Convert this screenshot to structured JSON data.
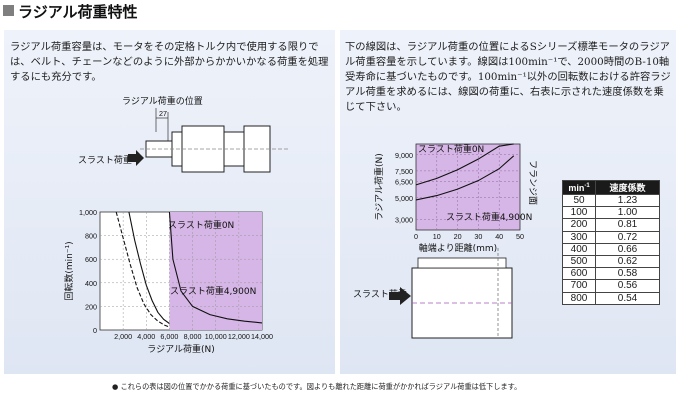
{
  "header": {
    "title": "ラジアル荷重特性"
  },
  "left_text": "ラジアル荷重容量は、モータをその定格トルク内で使用する限りでは、ベルト、チェーンなどのように外部からかかいかなる荷重を処理するにも充分です。",
  "right_text": "下の線図は、ラジアル荷重の位置によるSシリーズ標準モータのラジアル荷重容量を示しています。線図は100min⁻¹で、2000時間のB-10軸受寿命に基づいたものです。100min⁻¹以外の回転数における許容ラジアル荷重を求めるには、線図の荷重に、右表に示された速度係数を乗じて下さい。",
  "left_diagram": {
    "position_label": "ラジアル荷重の位置",
    "distance": "27",
    "thrust_label": "スラスト荷重"
  },
  "right_diagram": {
    "thrust_label": "スラスト荷重",
    "flange_label": "フランジ面"
  },
  "footnote": "● これらの表は図の位置でかかる荷重に基づいたものです。図よりも離れた距離に荷重がかかればラジアル荷重は低下します。",
  "speed_table": {
    "header_speed": "min",
    "header_speed_sup": "-1",
    "header_factor": "速度係数",
    "rows": [
      {
        "speed": "50",
        "factor": "1.23"
      },
      {
        "speed": "100",
        "factor": "1.00"
      },
      {
        "speed": "200",
        "factor": "0.81"
      },
      {
        "speed": "300",
        "factor": "0.72"
      },
      {
        "speed": "400",
        "factor": "0.66"
      },
      {
        "speed": "500",
        "factor": "0.62"
      },
      {
        "speed": "600",
        "factor": "0.58"
      },
      {
        "speed": "700",
        "factor": "0.56"
      },
      {
        "speed": "800",
        "factor": "0.54"
      }
    ]
  },
  "chart_data": [
    {
      "type": "line",
      "xlabel": "ラジアル荷重(N)",
      "ylabel": "回転数(min⁻¹)",
      "xlim": [
        0,
        14000
      ],
      "ylim": [
        0,
        1000
      ],
      "x_ticks": [
        "2,000",
        "4,000",
        "6,000",
        "8,000",
        "10,000",
        "12,000",
        "14,000"
      ],
      "y_ticks": [
        "0",
        "200",
        "400",
        "600",
        "800",
        "1,000"
      ],
      "series": [
        {
          "name": "スラスト荷重0N",
          "x": [
            6000,
            6300,
            7000,
            8000,
            9500,
            11000,
            12500,
            14000
          ],
          "y": [
            1000,
            600,
            330,
            200,
            130,
            95,
            75,
            60
          ]
        },
        {
          "name": "スラスト荷重4,900N",
          "x": [
            2500,
            3000,
            3500,
            4000,
            4500,
            5000,
            5500,
            6000
          ],
          "y": [
            1000,
            760,
            560,
            380,
            250,
            150,
            90,
            55
          ]
        },
        {
          "name": "",
          "x": [
            1400,
            2000,
            2600,
            3200,
            3800,
            4400,
            5000,
            5600,
            6000
          ],
          "y": [
            1000,
            780,
            560,
            360,
            220,
            130,
            75,
            40,
            25
          ]
        }
      ]
    },
    {
      "type": "line",
      "xlabel": "軸端より距離(mm)",
      "ylabel": "ラジアル荷重(N)",
      "xlim": [
        0,
        50
      ],
      "ylim": [
        2000,
        10000
      ],
      "x_ticks": [
        "0",
        "10",
        "20",
        "30",
        "40",
        "50"
      ],
      "y_ticks": [
        "3,000",
        "5,000",
        "6,500",
        "7,500",
        "9,000"
      ],
      "series": [
        {
          "name": "スラスト荷重0N",
          "x": [
            0,
            10,
            20,
            30,
            40,
            47
          ],
          "y": [
            6200,
            6800,
            7600,
            8600,
            9800,
            11000
          ]
        },
        {
          "name": "スラスト荷重4,900N",
          "x": [
            0,
            10,
            20,
            30,
            40,
            47
          ],
          "y": [
            4800,
            5200,
            5800,
            6600,
            7700,
            8900
          ]
        }
      ]
    }
  ]
}
